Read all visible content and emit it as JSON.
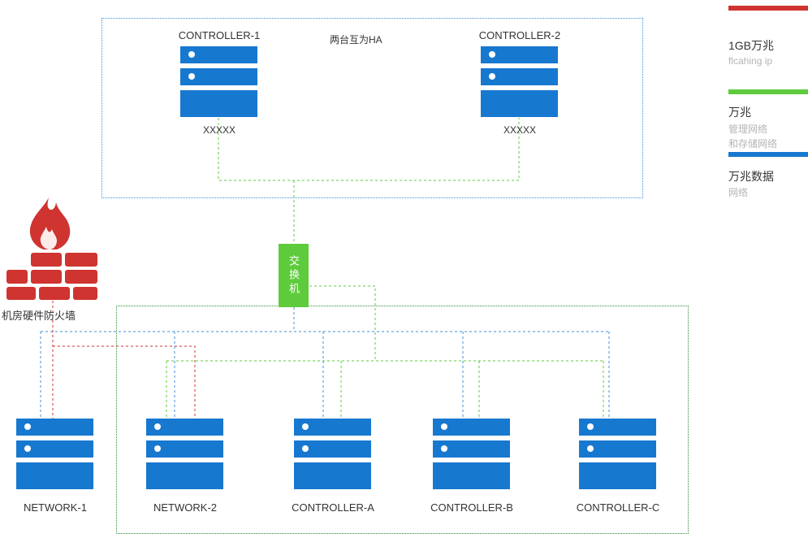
{
  "diagram": {
    "top_group": {
      "note": "两台互为HA",
      "servers": [
        {
          "label": "CONTROLLER-1",
          "sublabel": "XXXXX"
        },
        {
          "label": "CONTROLLER-2",
          "sublabel": "XXXXX"
        }
      ]
    },
    "switch": {
      "label": "交换机"
    },
    "firewall": {
      "label": "机房硬件防火墙",
      "icon": "firewall-flame-brick-icon"
    },
    "bottom_group": {
      "servers": [
        {
          "label": "NETWORK-1"
        },
        {
          "label": "NETWORK-2"
        },
        {
          "label": "CONTROLLER-A"
        },
        {
          "label": "CONTROLLER-B"
        },
        {
          "label": "CONTROLLER-C"
        }
      ]
    },
    "legend": [
      {
        "color": "#cf3430",
        "title": "1GB万兆",
        "lines": [
          "flcahing ip"
        ]
      },
      {
        "color": "#5ecb3c",
        "title": "万兆",
        "lines": [
          "管理网络",
          "和存储网络"
        ]
      },
      {
        "color": "#1778d0",
        "title": "万兆数据",
        "lines": [
          "网络"
        ]
      }
    ],
    "colors": {
      "server_blue": "#1778d0",
      "switch_green": "#5ecb3c",
      "firewall_red": "#cf3430",
      "line_blue": "#3f8fd8",
      "line_green": "#5ecb3c",
      "line_red": "#cf3430",
      "top_box_border": "#3f8fd8",
      "bottom_box_border": "#2f8d36"
    }
  }
}
